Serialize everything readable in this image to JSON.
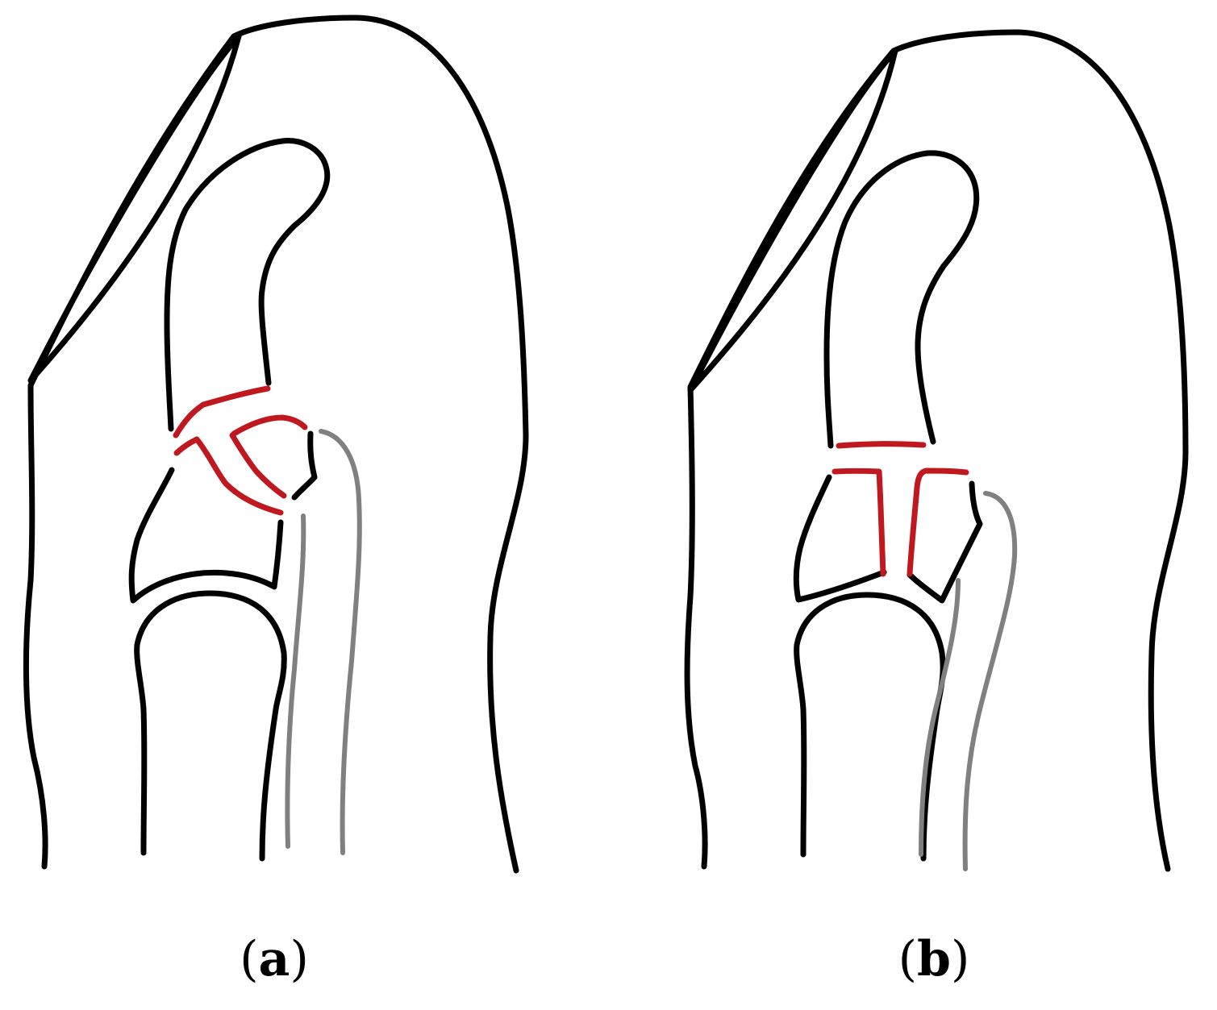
{
  "figure": {
    "panels": [
      {
        "id": "a",
        "letter": "a"
      },
      {
        "id": "b",
        "letter": "b"
      }
    ],
    "caption_open": "(",
    "caption_close": ")"
  },
  "colors": {
    "outline": "#000000",
    "tendon": "#808080",
    "osteotomy": "#c0181f",
    "background": "#ffffff"
  }
}
